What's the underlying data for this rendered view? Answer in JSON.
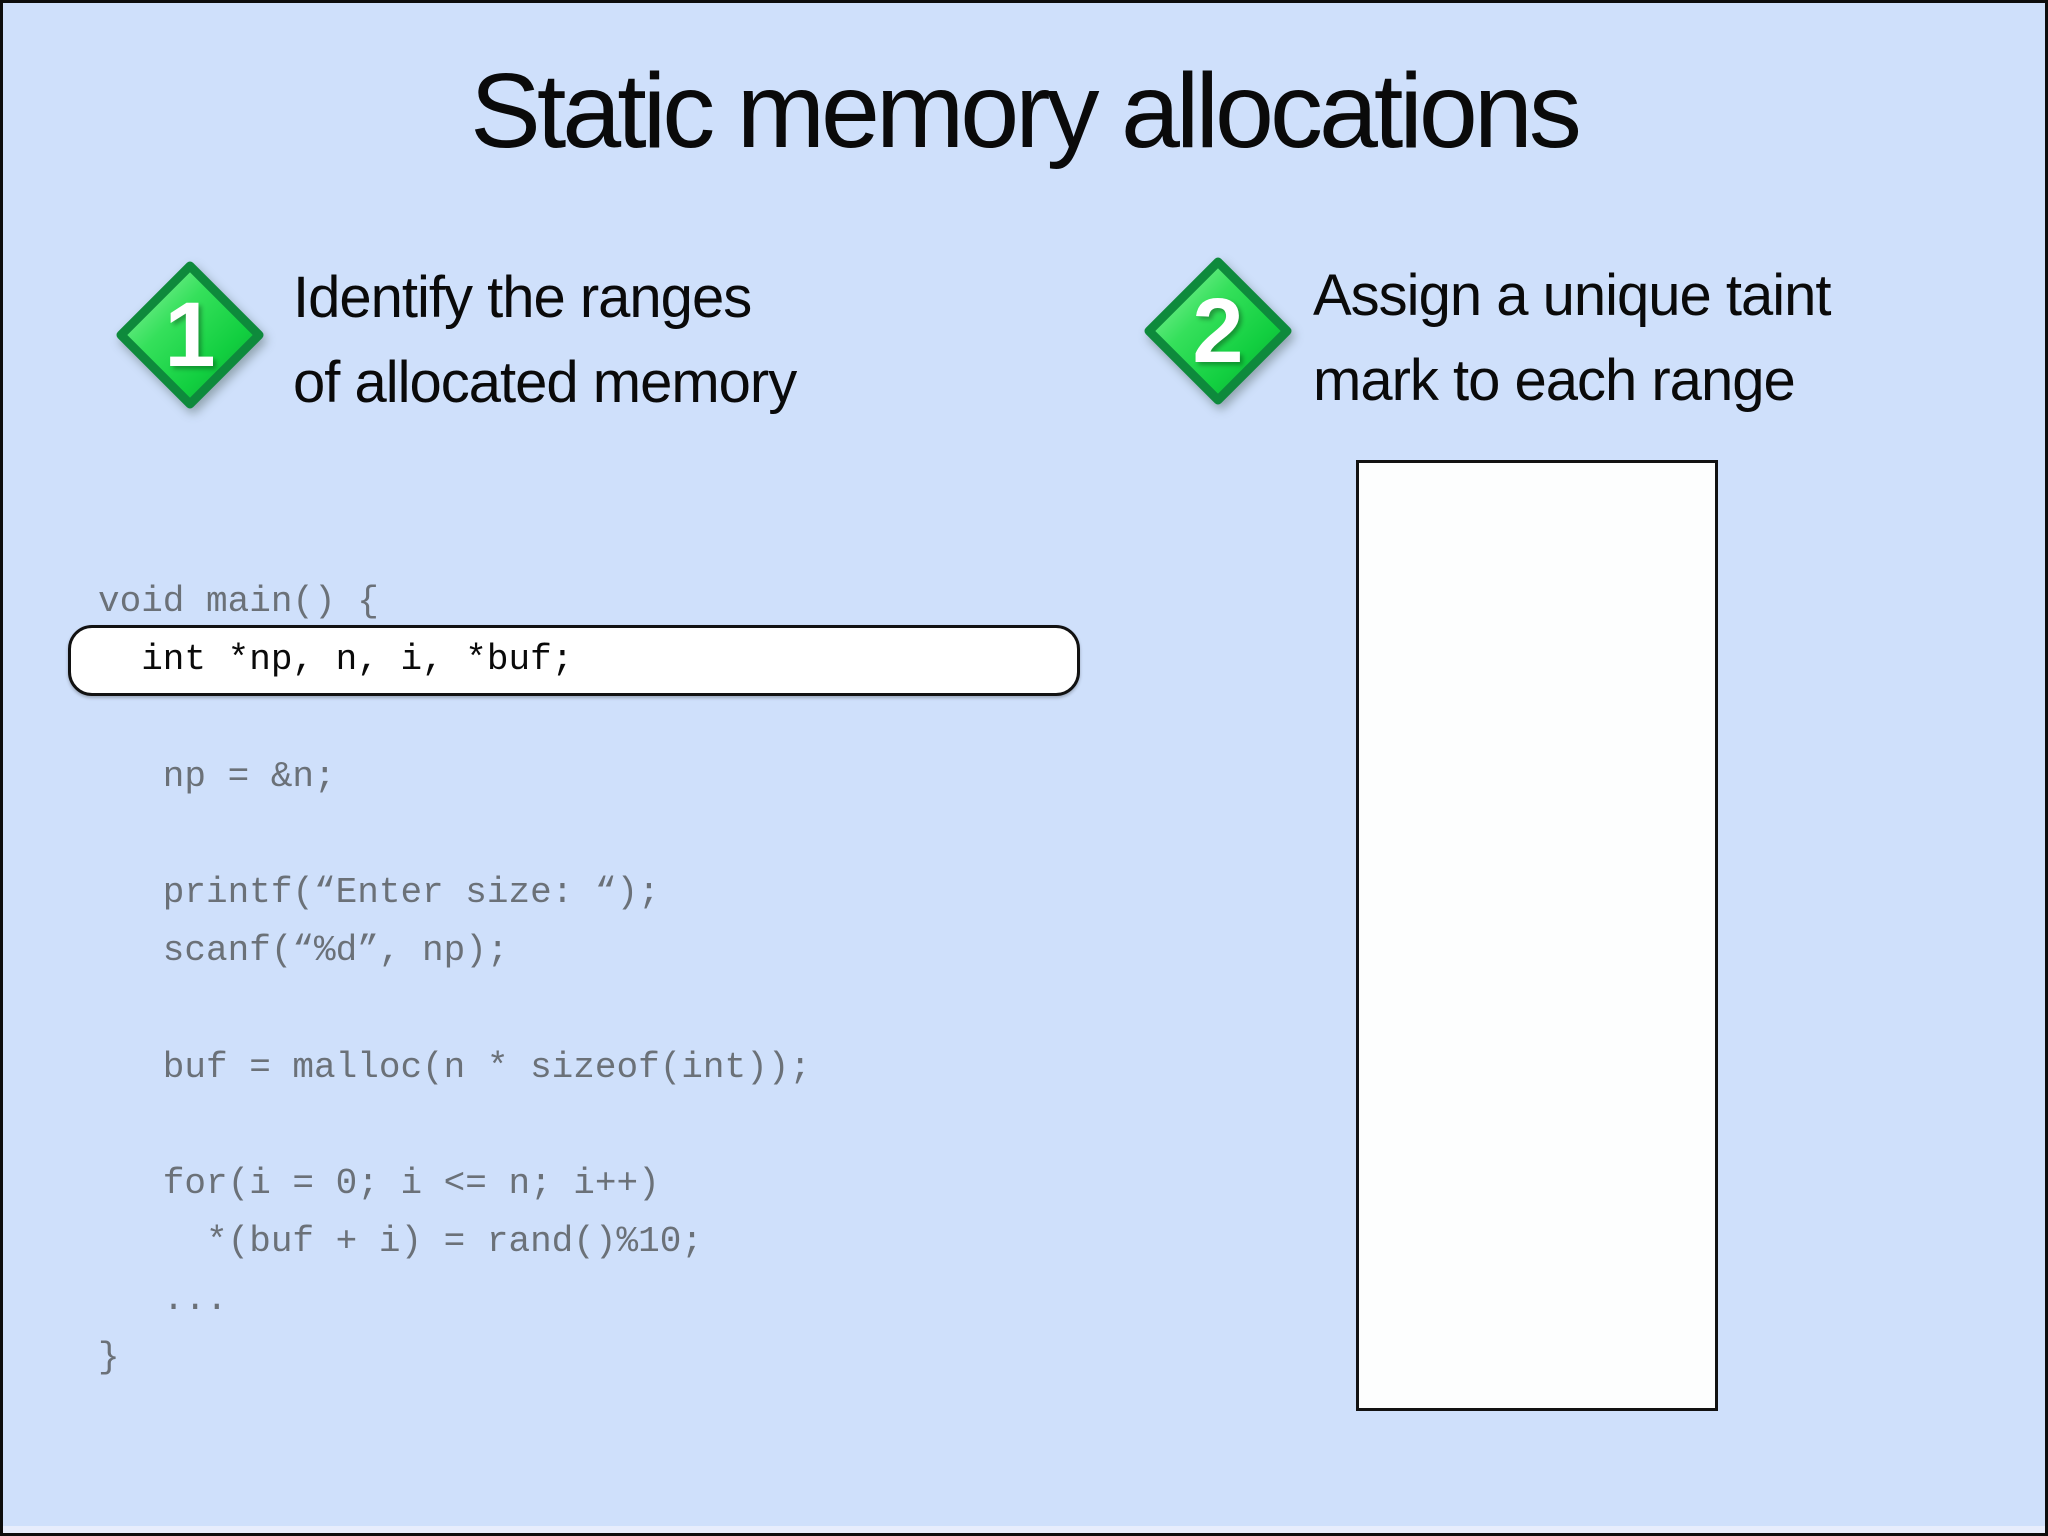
{
  "title": "Static memory allocations",
  "steps": [
    {
      "number": "1",
      "line1": "Identify the ranges",
      "line2": "of allocated memory"
    },
    {
      "number": "2",
      "line1": "Assign a unique taint",
      "line2": "mark to each range"
    }
  ],
  "code": {
    "lines": [
      "void main() {",
      "  int *np, n, i, *buf;",
      "",
      "   np = &n;",
      "",
      "   printf(“Enter size: “);",
      "   scanf(“%d”, np);",
      "",
      "   buf = malloc(n * sizeof(int));",
      "",
      "   for(i = 0; i <= n; i++)",
      "     *(buf + i) = rand()%10;",
      "   ...",
      "}"
    ],
    "highlighted_line_index": 1
  },
  "icons": {
    "step_badge_shape": "green-diamond"
  },
  "colors": {
    "background": "#cfe0fb",
    "code_gray": "#6b7178",
    "highlight_box_fill": "#ffffff",
    "diamond_green": "#12cf40",
    "diamond_border": "#0e8a3c",
    "text_black": "#0a0a0a"
  }
}
